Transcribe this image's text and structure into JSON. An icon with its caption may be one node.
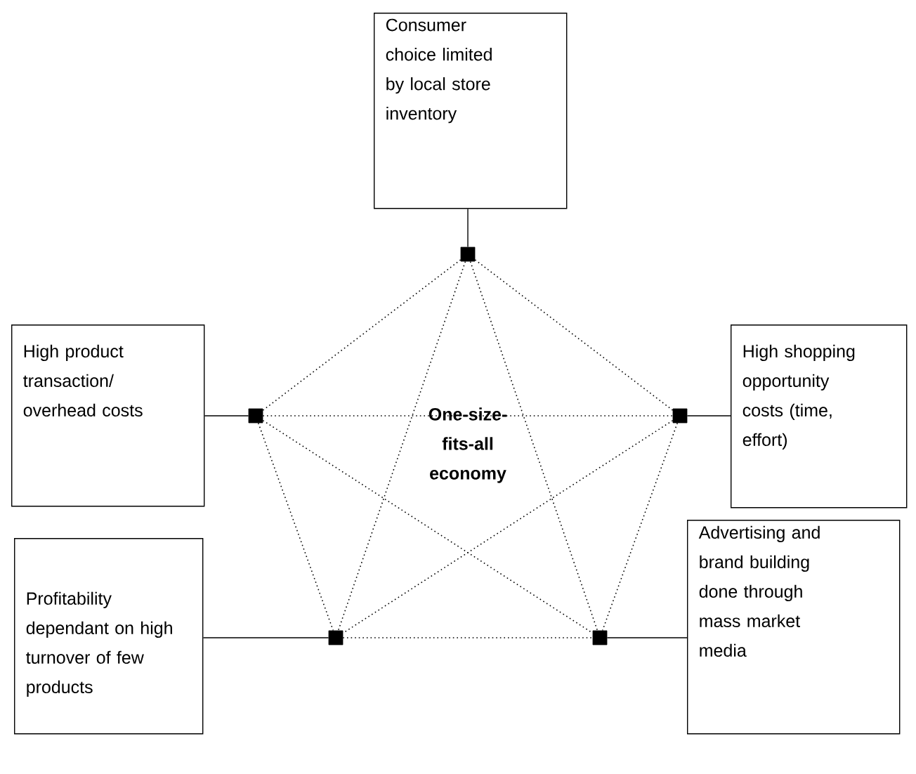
{
  "diagram": {
    "nodes": [
      {
        "text": [
          "Consumer choice limited by local store inventory"
        ]
      },
      {
        "text": [
          "High product transaction/ overhead costs"
        ]
      },
      {
        "text": [
          "High shopping opportunity costs (time, effort)"
        ]
      },
      {
        "text": [
          "Profitability dependant on high turnover of few products"
        ]
      },
      {
        "text": [
          "Advertising and brand building done through mass market media"
        ]
      },
      {
        "text": [],
        "shape": "box"
      },
      {
        "text": [],
        "shape": "box"
      },
      {
        "text": [],
        "shape": "box"
      },
      {
        "text": [],
        "shape": "box"
      },
      {
        "text": [],
        "shape": "box"
      }
    ],
    "edges": [
      {
        "from": 0,
        "to": 5,
        "arrow": "none"
      },
      {
        "from": 1,
        "to": 6,
        "arrow": "none"
      },
      {
        "from": 2,
        "to": 7,
        "arrow": "none"
      },
      {
        "from": 3,
        "to": 8,
        "arrow": "none"
      },
      {
        "from": 4,
        "to": 9,
        "arrow": "none"
      },
      {
        "from": 5,
        "to": 6,
        "arrow": "none",
        "style": "dashed"
      },
      {
        "from": 5,
        "to": 7,
        "arrow": "none",
        "style": "dashed"
      },
      {
        "from": 5,
        "to": 8,
        "arrow": "none",
        "style": "dashed"
      },
      {
        "from": 5,
        "to": 9,
        "arrow": "none",
        "style": "dashed"
      },
      {
        "from": 6,
        "to": 7,
        "arrow": "none",
        "style": "dashed"
      },
      {
        "from": 6,
        "to": 8,
        "arrow": "none",
        "style": "dashed"
      },
      {
        "from": 6,
        "to": 9,
        "arrow": "none",
        "style": "dashed"
      },
      {
        "from": 7,
        "to": 8,
        "arrow": "none",
        "style": "dashed"
      },
      {
        "from": 7,
        "to": 9,
        "arrow": "none",
        "style": "dashed"
      },
      {
        "from": 8,
        "to": 9,
        "arrow": "none",
        "style": "dashed"
      }
    ],
    "labels": [
      "One-size-fits-all economy"
    ]
  }
}
